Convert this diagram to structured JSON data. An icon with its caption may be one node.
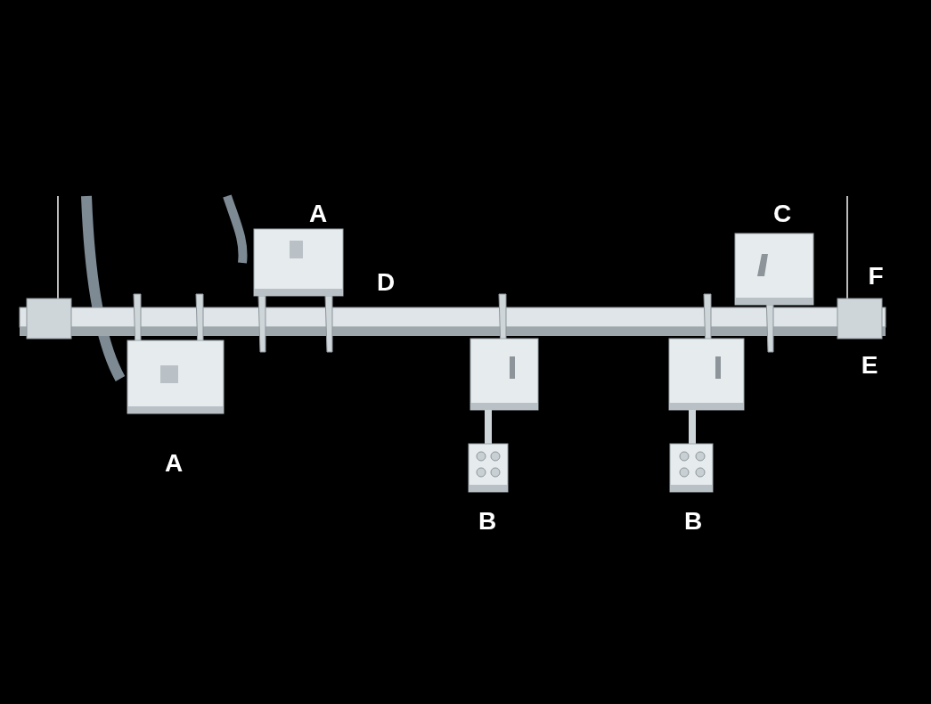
{
  "diagram": {
    "labels": [
      "A",
      "C",
      "F",
      "D",
      "E",
      "A",
      "B",
      "B"
    ]
  }
}
